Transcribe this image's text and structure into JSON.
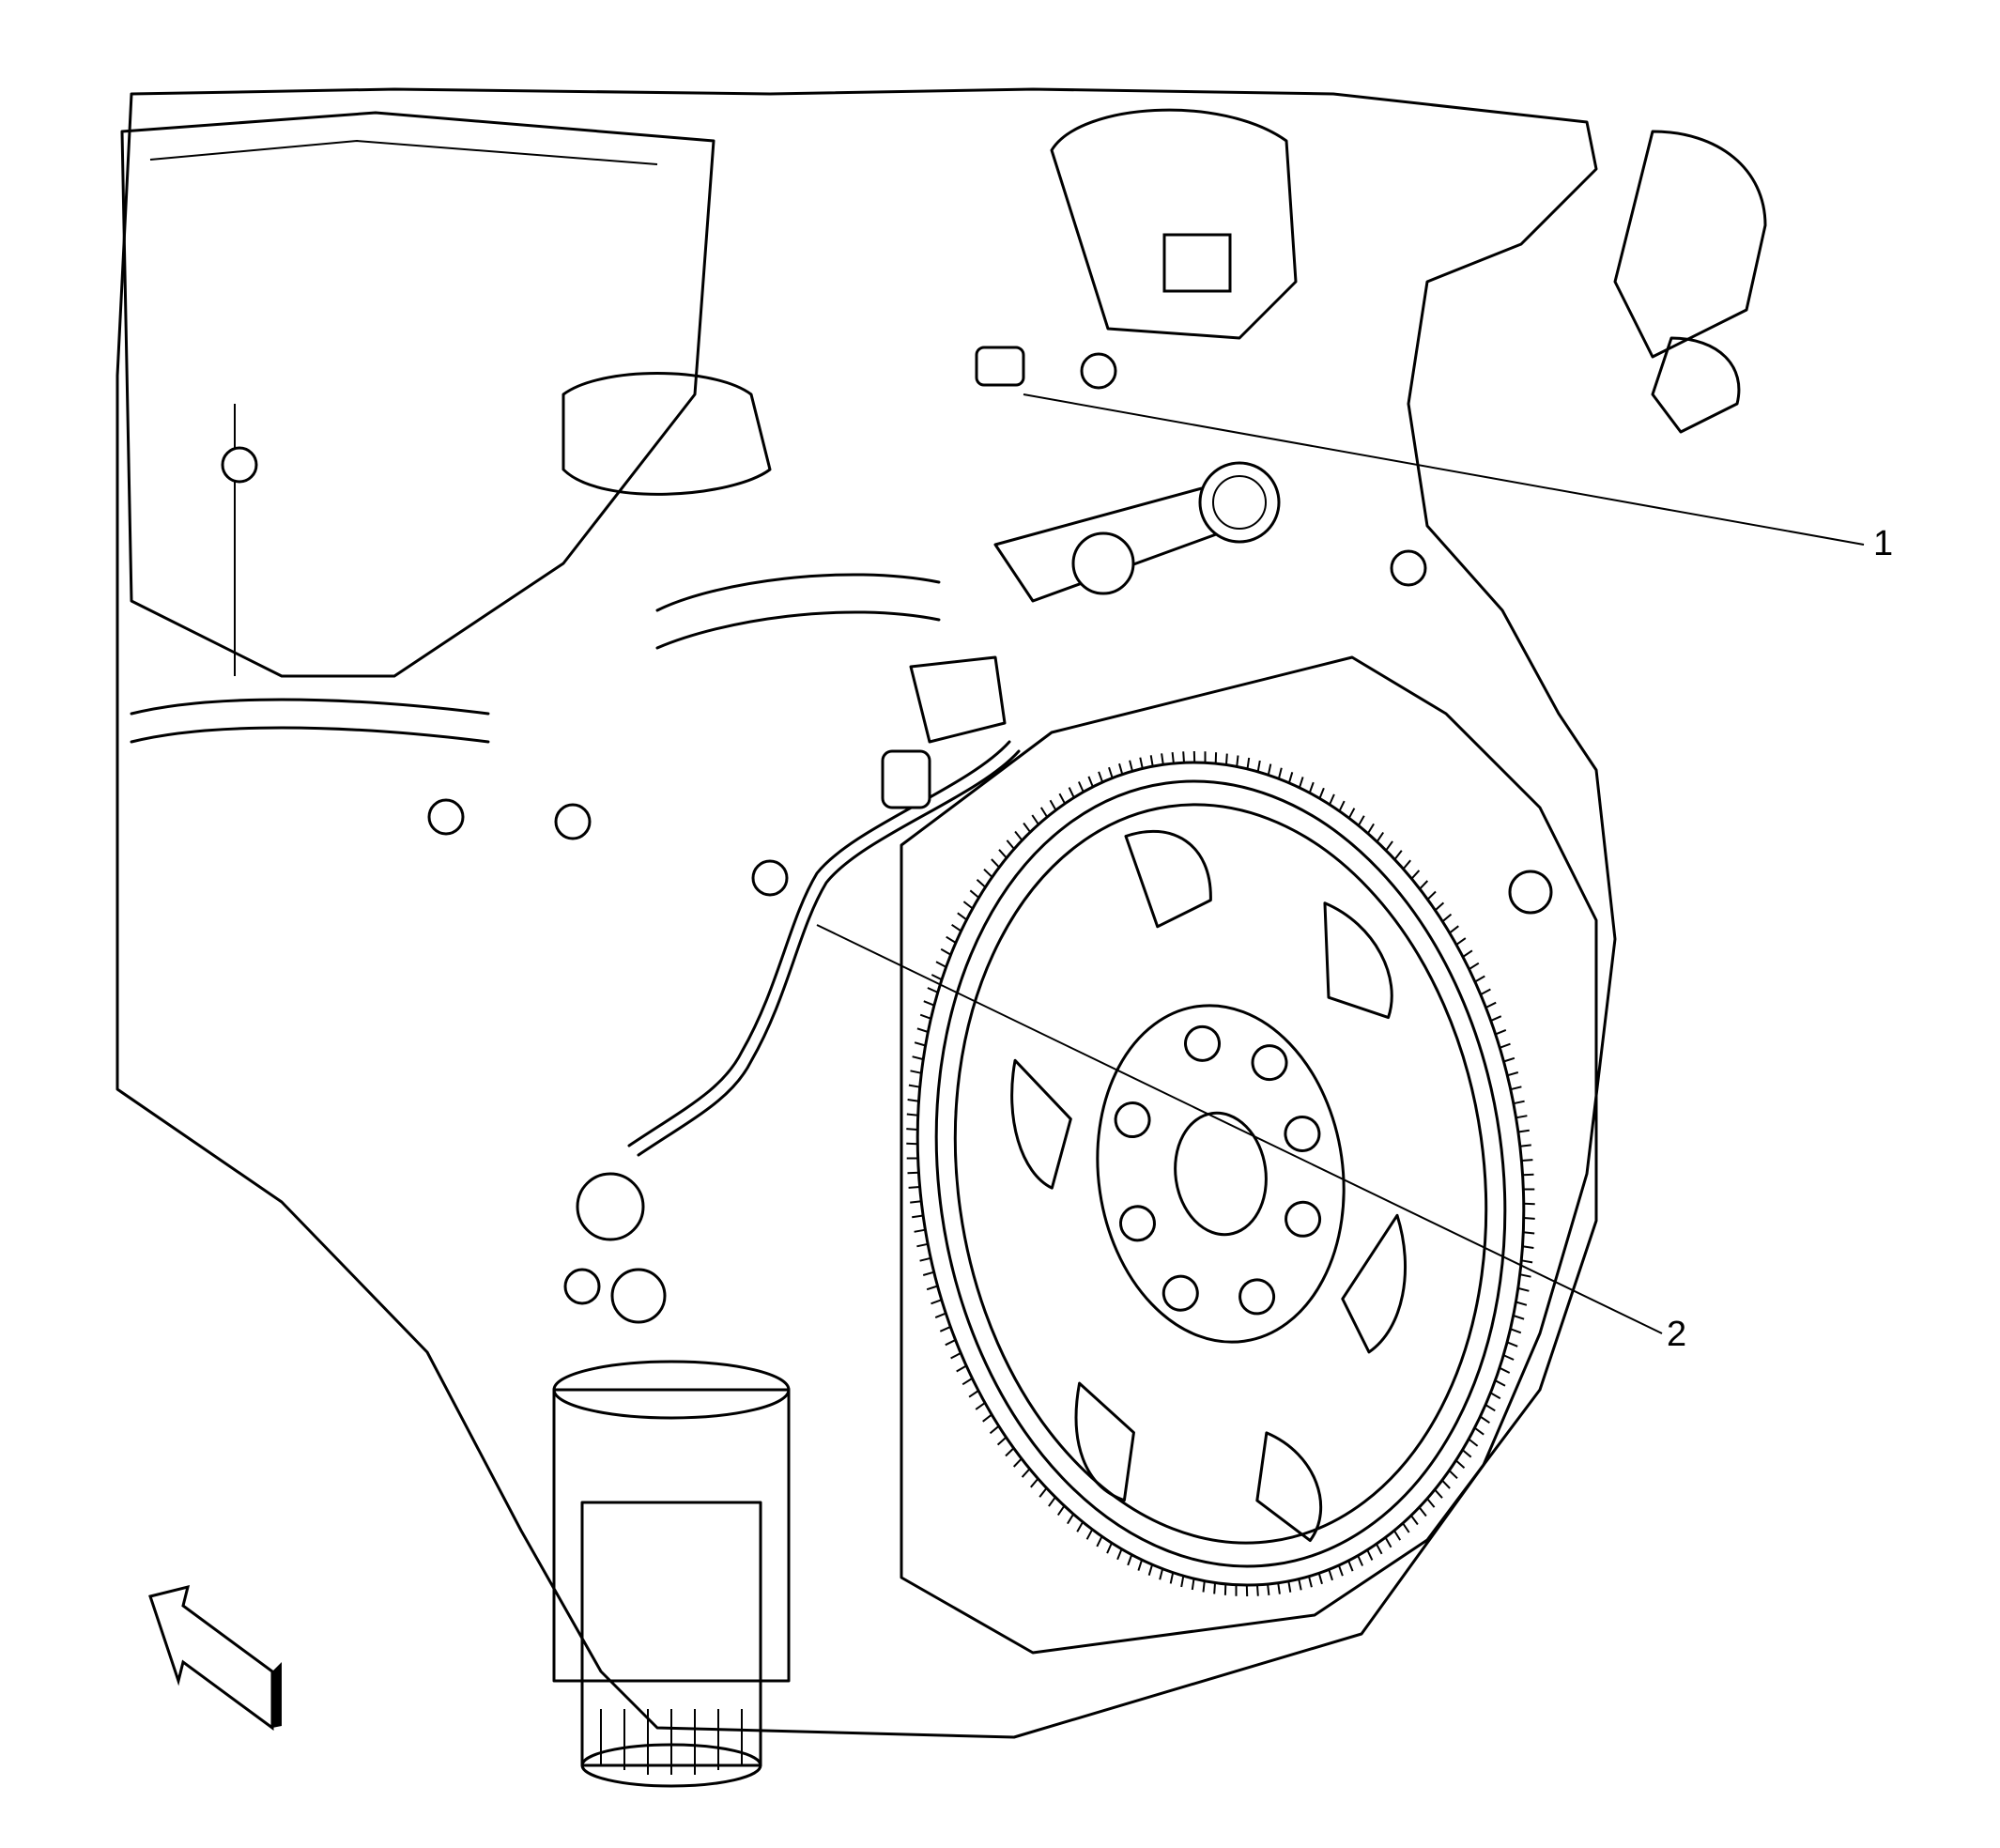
{
  "callouts": [
    {
      "id": "1",
      "label": "1"
    },
    {
      "id": "2",
      "label": "2"
    }
  ],
  "orientation_arrow": {
    "icon": "view-direction-arrow-icon"
  },
  "colors": {
    "ink": "#000000",
    "paper": "#ffffff"
  }
}
